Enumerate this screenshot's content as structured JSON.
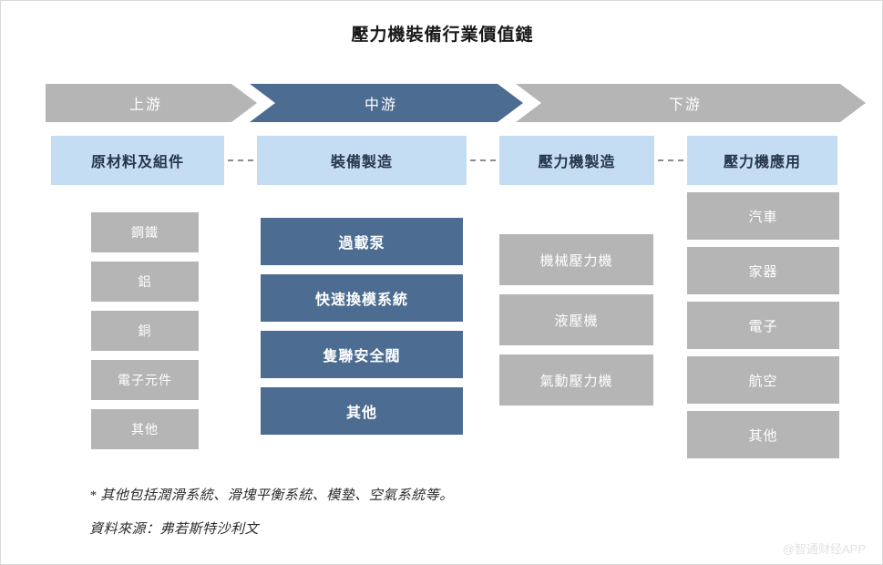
{
  "title": "壓力機裝備行業價值鏈",
  "colors": {
    "gray": "#b5b5b5",
    "dark_blue": "#4c6c91",
    "light_blue": "#c5ddf2",
    "background": "#ffffff"
  },
  "band": {
    "segments": [
      {
        "label": "上游",
        "color": "#b5b5b5"
      },
      {
        "label": "中游",
        "color": "#4c6c91"
      },
      {
        "label": "下游",
        "color": "#b5b5b5"
      }
    ]
  },
  "stages": [
    {
      "header": "原材料及組件",
      "items": [
        "鋼鐵",
        "鋁",
        "銅",
        "電子元件",
        "其他"
      ]
    },
    {
      "header": "裝備製造",
      "items": [
        "過載泵",
        "快速換模系統",
        "隻聯安全閥",
        "其他"
      ]
    },
    {
      "header": "壓力機製造",
      "items": [
        "機械壓力機",
        "液壓機",
        "氣動壓力機"
      ]
    },
    {
      "header": "壓力機應用",
      "items": [
        "汽車",
        "家器",
        "電子",
        "航空",
        "其他"
      ]
    }
  ],
  "footnotes": {
    "note": "* 其他包括潤滑系統、滑塊平衡系統、模墊、空氣系統等。",
    "source": "資料來源：弗若斯特沙利文"
  },
  "watermark": "@智通财经APP"
}
